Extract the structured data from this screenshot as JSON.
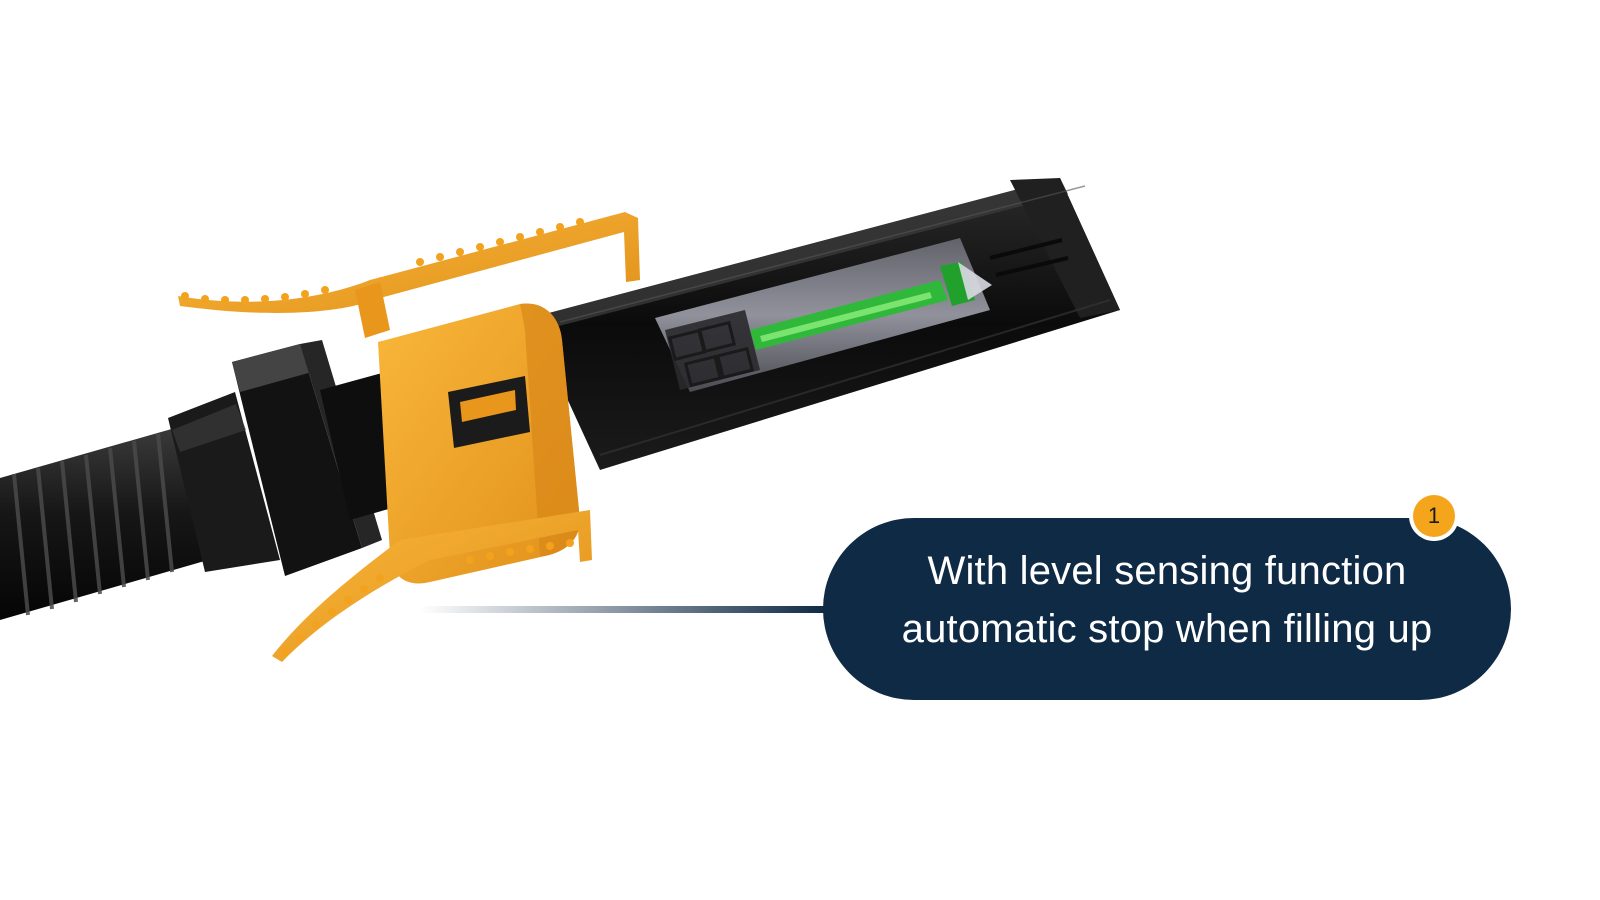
{
  "callout": {
    "line1": "With level sensing function",
    "line2": "automatic stop when filling up",
    "badge": "1"
  },
  "colors": {
    "nozzle_orange": "#f4a51c",
    "callout_navy": "#0f2a45",
    "body_black": "#141414",
    "sensor_green": "#2fb83a"
  },
  "icons": {
    "product": "fuel-nozzle-with-orange-clip"
  }
}
